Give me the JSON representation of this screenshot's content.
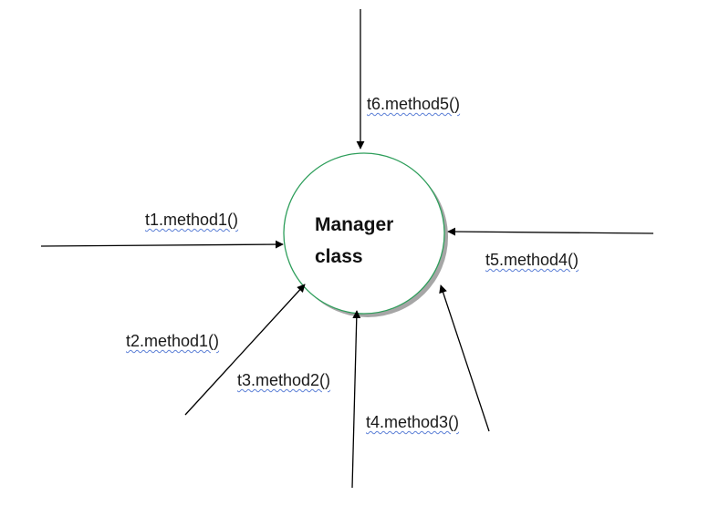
{
  "node": {
    "line1": "Manager",
    "line2": "class",
    "stroke_color": "#2e9e5b",
    "shadow_color": "#a6a6a6"
  },
  "calls": [
    {
      "id": "t1",
      "label": "t1.method1()"
    },
    {
      "id": "t2",
      "label": "t2.method1()"
    },
    {
      "id": "t3",
      "label": "t3.method2()"
    },
    {
      "id": "t4",
      "label": "t4.method3()"
    },
    {
      "id": "t5",
      "label": "t5.method4()"
    },
    {
      "id": "t6",
      "label": "t6.method5()"
    }
  ],
  "arrow_color": "#000000",
  "underline_color": "#5b7fd6"
}
